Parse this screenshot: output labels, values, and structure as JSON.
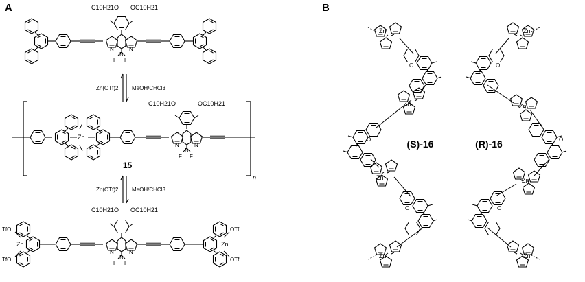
{
  "panels": {
    "a": {
      "label": "A"
    },
    "b": {
      "label": "B"
    }
  },
  "panel_a": {
    "top": {
      "side_chain_left": "C10H21O",
      "side_chain_right": "OC10H21",
      "boron": "B",
      "fluorine_left": "F",
      "fluorine_right": "F",
      "nitrogen": "N"
    },
    "arrow1": {
      "reagent_left": "Zn(OTf)2",
      "reagent_right": "MeOH/CHCl3"
    },
    "middle": {
      "side_chain_left": "C10H21O",
      "side_chain_right": "OC10H21",
      "zinc": "Zn",
      "compound_number": "15",
      "repeat_subscript": "n",
      "boron": "B",
      "fluorine_left": "F",
      "fluorine_right": "F",
      "nitrogen": "N"
    },
    "arrow2": {
      "reagent_left": "Zn(OTf)2",
      "reagent_right": "MeOH/CHCl3"
    },
    "bottom": {
      "side_chain_left": "C10H21O",
      "side_chain_right": "OC10H21",
      "tfo_top": "TfO",
      "tfo_bottom": "TfO",
      "otf_top": "OTf",
      "otf_bottom": "OTf",
      "zinc": "Zn",
      "boron": "B",
      "fluorine_left": "F",
      "fluorine_right": "F",
      "nitrogen": "N"
    }
  },
  "panel_b": {
    "s_label": "(S)-16",
    "r_label": "(R)-16",
    "zinc": "Zn",
    "nitrogen": "N",
    "methoxy": "O"
  }
}
